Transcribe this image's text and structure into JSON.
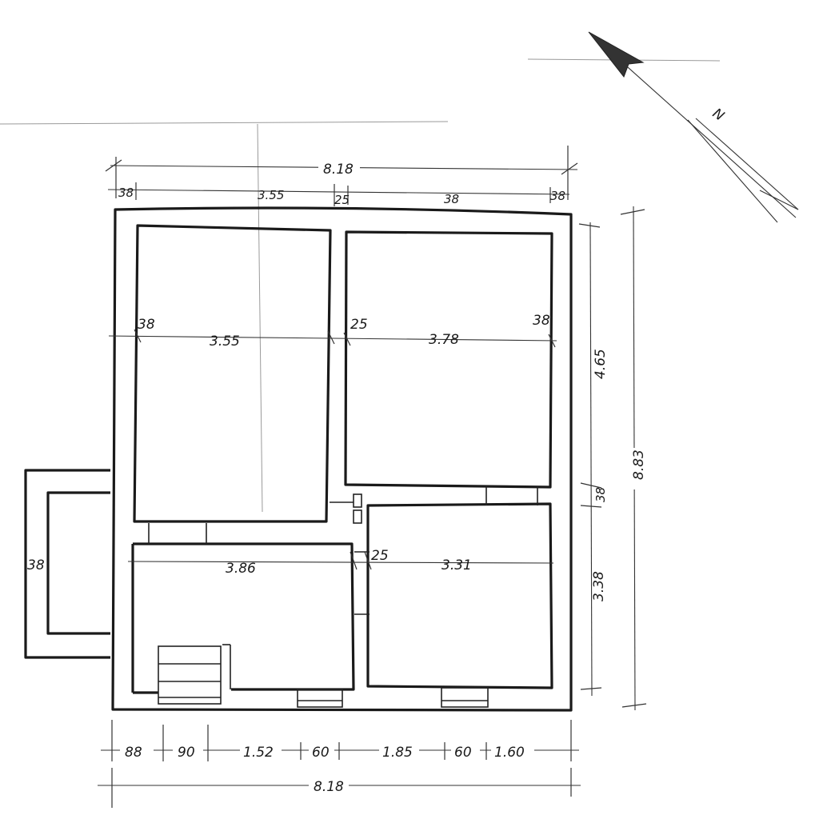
{
  "north_label": "N",
  "dimensions": {
    "overall_width_top": "8.18",
    "overall_width_bottom": "8.18",
    "overall_height": "8.83",
    "top_segments": [
      "38",
      "3.55",
      "25",
      "38",
      "38"
    ],
    "room_top_left_width": "3.55",
    "room_top_right_width": "3.78",
    "wall_left_inner": "38",
    "wall_mid_inner": "25",
    "wall_right_inner": "38",
    "room_bottom_left_width": "3.86",
    "room_bottom_right_width": "3.31",
    "wall_mid_lower": "25",
    "annex_width": "38",
    "right_upper_height": "4.65",
    "right_mid_wall": "38",
    "right_lower_height": "3.38",
    "bottom_segments": [
      "88",
      "90",
      "1.52",
      "60",
      "1.85",
      "60",
      "1.60"
    ]
  }
}
